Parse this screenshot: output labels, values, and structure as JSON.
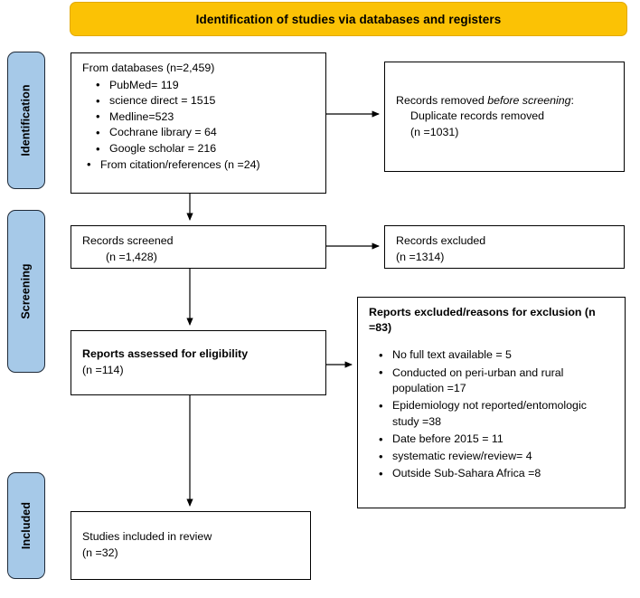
{
  "banner": {
    "title": "Identification of studies via databases and registers",
    "color": "#FBC205"
  },
  "stages": {
    "color": "#A6C9E8",
    "items": [
      {
        "label": "Identification"
      },
      {
        "label": "Screening"
      },
      {
        "label": "Included"
      }
    ]
  },
  "boxes": {
    "databases": {
      "lead": "From databases (n=2,459)",
      "items": [
        "PubMed= 119",
        "science direct = 1515",
        "Medline=523",
        "Cochrane library = 64",
        "Google scholar = 216",
        "From citation/references (n =24)"
      ]
    },
    "duplicates": {
      "line1_prefix": "Records removed ",
      "line1_em": "before screening",
      "line1_suffix": ":",
      "line2": "Duplicate records removed",
      "line3": "(n =1031)"
    },
    "screened": {
      "label": "Records screened",
      "count": "(n =1,428)"
    },
    "excluded": {
      "label": "Records excluded",
      "count": "(n =1314)"
    },
    "eligibility": {
      "label": "Reports assessed for eligibility",
      "count": "(n =114)"
    },
    "reasons": {
      "title": "Reports excluded/reasons for exclusion (n =83)",
      "items": [
        "No full text available = 5",
        "Conducted on peri-urban and rural population =17",
        "Epidemiology not reported/entomologic study =38",
        "Date before 2015 = 11",
        "systematic review/review= 4",
        "Outside Sub-Sahara Africa =8"
      ]
    },
    "included": {
      "label": "Studies included in review",
      "count": "(n =32)"
    }
  }
}
